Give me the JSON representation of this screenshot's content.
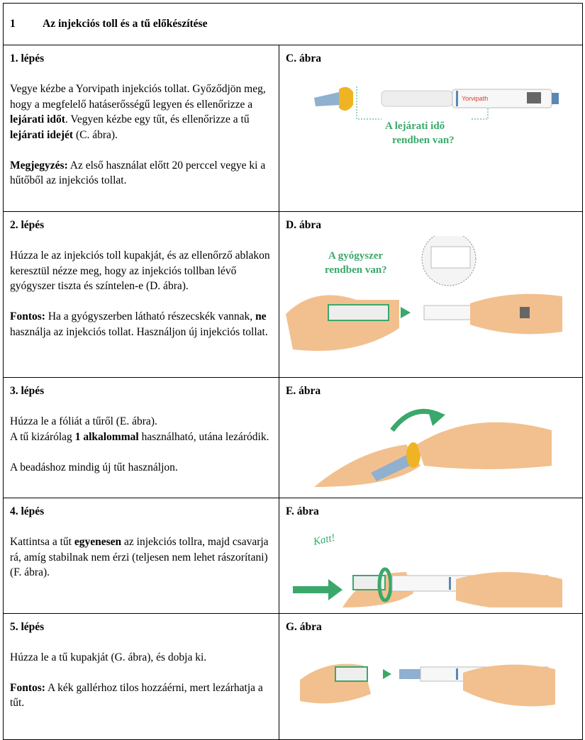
{
  "header": {
    "number": "1",
    "title": "Az injekciós toll és a tű előkészítése"
  },
  "steps": [
    {
      "title": "1. lépés",
      "p1": [
        "Vegye kézbe a Yorvipath injekciós tollat. Győződjön meg, hogy a megfelelő hatáserősségű legyen és ellenőrizze a ",
        "lejárati időt",
        ". Vegyen kézbe egy tűt, és ellenőrizze a tű ",
        "lejárati idejét",
        " (C. ábra)."
      ],
      "p2": [
        "Megjegyzés:",
        " Az első használat előtt 20 perccel vegye ki a hűtőből az injekciós tollat."
      ],
      "figure": "C. ábra",
      "fig_text1": "A lejárati idő",
      "fig_text2": "rendben van?",
      "brand": "Yorvipath"
    },
    {
      "title": "2. lépés",
      "p1": "Húzza le az injekciós toll kupakját, és az ellenőrző ablakon keresztül nézze meg, hogy az injekciós tollban lévő gyógyszer tiszta és színtelen-e (D. ábra).",
      "p2": [
        "Fontos:",
        " Ha a gyógyszerben látható részecskék vannak, ",
        "ne",
        " használja az injekciós tollat. Használjon új injekciós tollat."
      ],
      "figure": "D. ábra",
      "fig_text1": "A gyógyszer",
      "fig_text2": "rendben van?"
    },
    {
      "title": "3. lépés",
      "p1": [
        "Húzza le a fóliát a tűről (E. ábra).",
        "A tű kizárólag ",
        "1 alkalommal",
        " használható, utána lezáródik."
      ],
      "p2": "A beadáshoz mindig új tűt használjon.",
      "figure": "E. ábra"
    },
    {
      "title": "4. lépés",
      "p1": [
        "Kattintsa a tűt ",
        "egyenesen",
        " az injekciós tollra, majd csavarja rá, amíg stabilnak nem érzi (teljesen nem lehet rászorítani) (F. ábra)."
      ],
      "figure": "F. ábra",
      "fig_text1": "Katt!"
    },
    {
      "title": "5. lépés",
      "p1": "Húzza le a tű kupakját (G. ábra), és dobja ki.",
      "p2": [
        "Fontos:",
        " A kék gallérhoz tilos hozzáérni, mert lezárhatja a tűt."
      ],
      "figure": "G. ábra"
    }
  ],
  "colors": {
    "green": "#3aa86b",
    "hand": "#f2c08e",
    "yellow": "#f0b323",
    "blue": "#5b87b5"
  }
}
